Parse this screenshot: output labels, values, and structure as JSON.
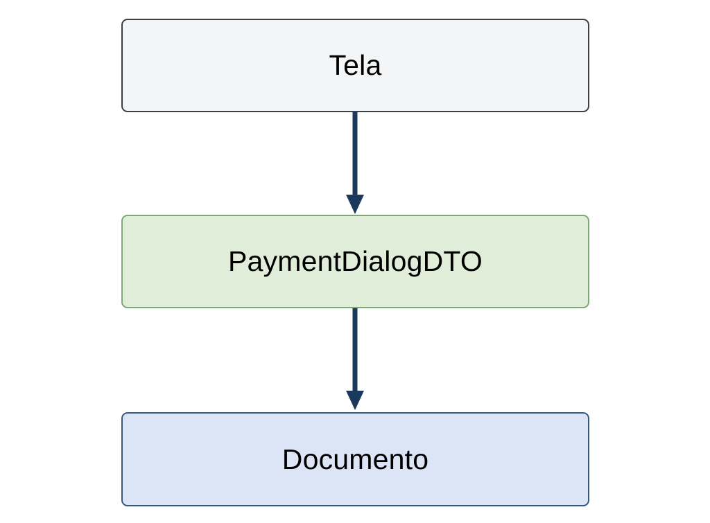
{
  "diagram": {
    "type": "flowchart",
    "direction": "top-to-bottom",
    "background_color": "#ffffff",
    "nodes": [
      {
        "id": "tela",
        "label": "Tela",
        "shape": "rounded-rectangle",
        "fill_color": "#f4f5f6",
        "border_color": "#3b4046",
        "text_color": "#1f1f1f"
      },
      {
        "id": "payment-dialog-dto",
        "label": "PaymentDialogDTO",
        "shape": "rounded-rectangle",
        "fill_color": "#dfedd9",
        "border_color": "#7fa878",
        "text_color": "#1f1f1f"
      },
      {
        "id": "documento",
        "label": "Documento",
        "shape": "rounded-rectangle",
        "fill_color": "#dce5f6",
        "border_color": "#36597d",
        "text_color": "#1f1f1f"
      }
    ],
    "edges": [
      {
        "id": "edge-tela-to-dto",
        "from": "tela",
        "to": "payment-dialog-dto",
        "label": "",
        "arrow_head": "filled-triangle",
        "color": "#1a3a5c"
      },
      {
        "id": "edge-dto-to-documento",
        "from": "payment-dialog-dto",
        "to": "documento",
        "label": "",
        "arrow_head": "filled-triangle",
        "color": "#1a3a5c"
      }
    ]
  }
}
